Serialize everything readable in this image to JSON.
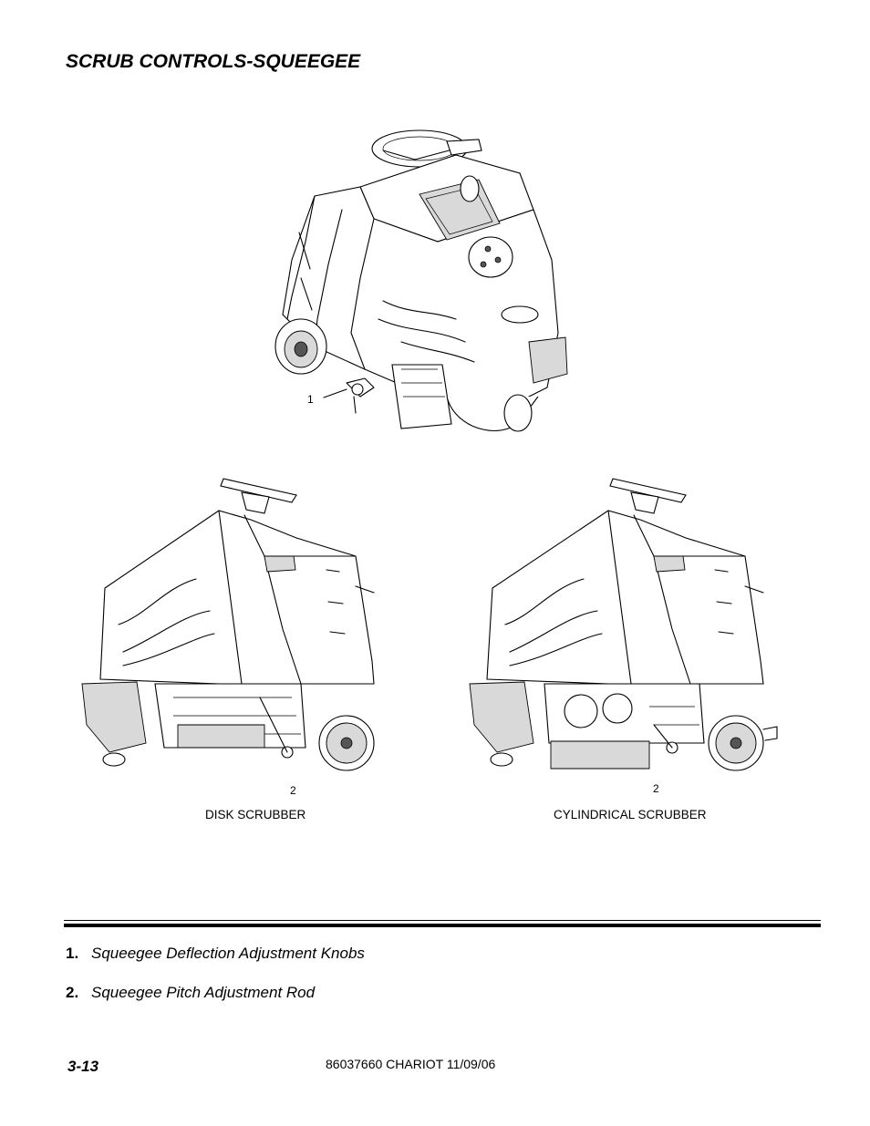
{
  "page": {
    "title": "SCRUB CONTROLS-SQUEEGEE",
    "page_number": "3-13",
    "doc_info": "86037660 CHARIOT 11/09/06"
  },
  "figures": {
    "top": {
      "callout": "1"
    },
    "disk": {
      "callout": "2",
      "caption": "DISK SCRUBBER"
    },
    "cylindrical": {
      "callout": "2",
      "caption": "CYLINDRICAL SCRUBBER"
    }
  },
  "legend": [
    {
      "number": "1.",
      "text": "Squeegee Deflection Adjustment Knobs"
    },
    {
      "number": "2.",
      "text": "Squeegee Pitch Adjustment Rod"
    }
  ]
}
